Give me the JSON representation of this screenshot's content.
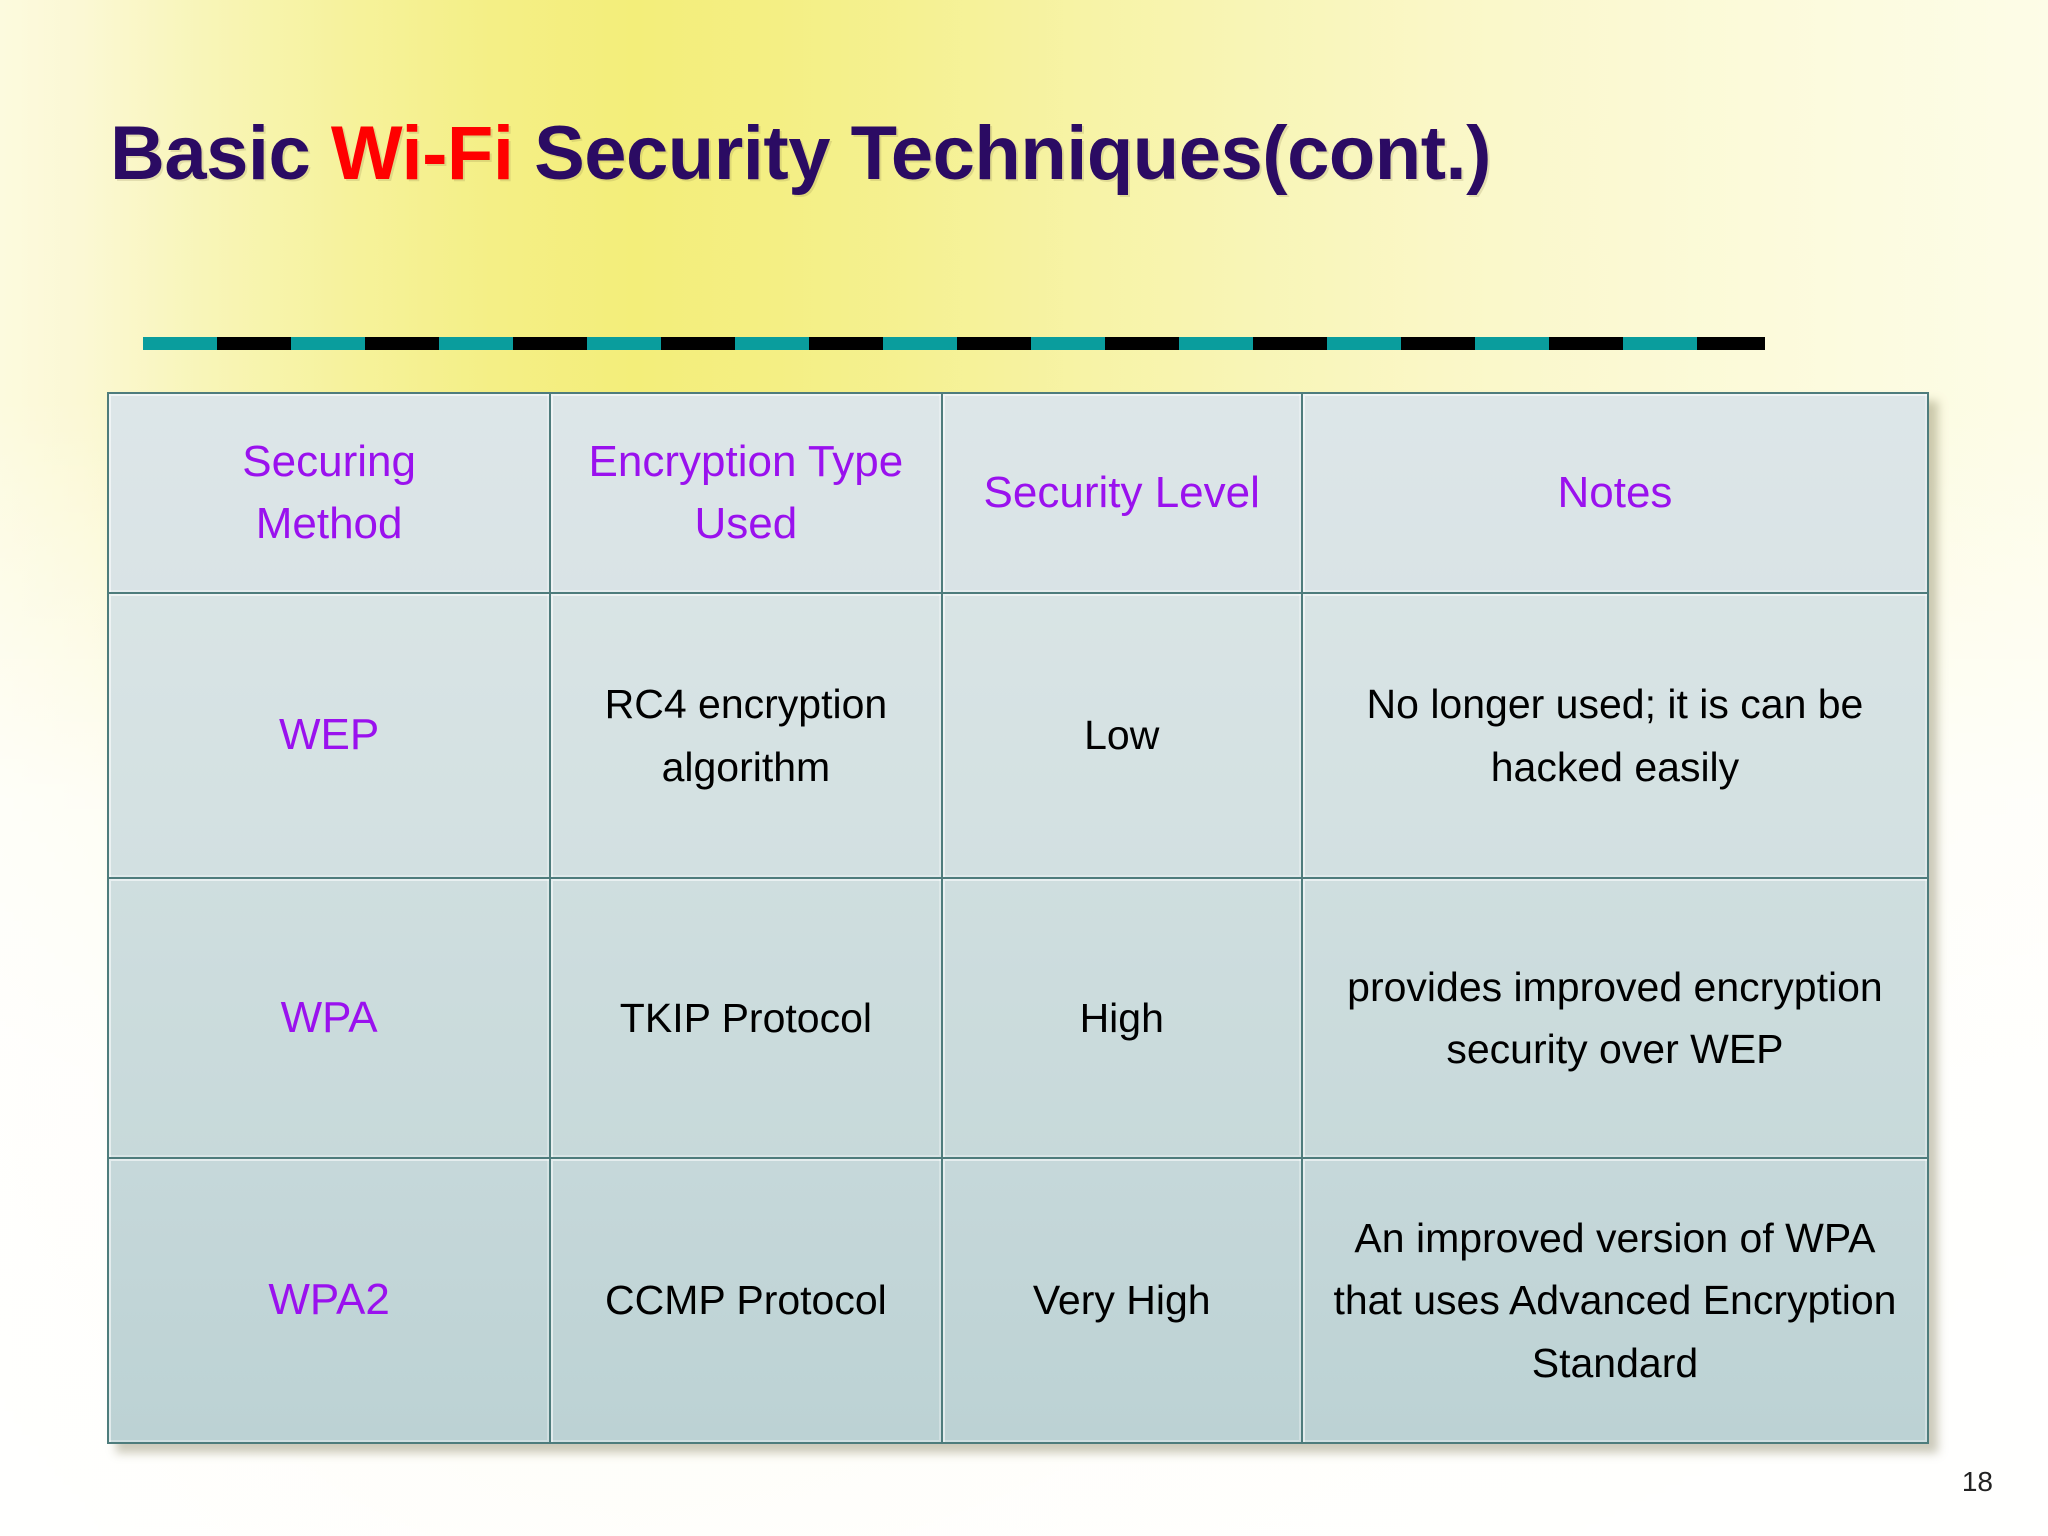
{
  "slide": {
    "title_parts": [
      {
        "text": "Basic ",
        "color": "#2b0b63"
      },
      {
        "text": "Wi-Fi",
        "color": "#ff0000"
      },
      {
        "text": " Security Techniques(cont.)",
        "color": "#2b0b63"
      }
    ],
    "title_plain": "Basic Wi-Fi Security Techniques(cont.)",
    "page_number": "18"
  },
  "colors": {
    "title_dark": "#2b0b63",
    "title_accent_red": "#ff0000",
    "header_text_purple": "#9a11ee",
    "cell_text": "#000000",
    "cell_border": "#4e7c7c",
    "divider_teal": "#0a9d9d",
    "divider_black": "#000000",
    "background_yellow": "#f3ee7a"
  },
  "table": {
    "headers": [
      {
        "line1": "Securing",
        "line2": "Method"
      },
      {
        "line1": "Encryption Type",
        "line2": "Used"
      },
      {
        "line1": "Security Level",
        "line2": ""
      },
      {
        "line1": "Notes",
        "line2": ""
      }
    ],
    "rows": [
      {
        "method": "WEP",
        "encryption": "RC4 encryption algorithm",
        "level": "Low",
        "notes": "No longer used; it is can be hacked easily"
      },
      {
        "method": "WPA",
        "encryption": "TKIP Protocol",
        "level": "High",
        "notes": "provides improved encryption security over WEP"
      },
      {
        "method": "WPA2",
        "encryption": "CCMP Protocol",
        "level": "Very High",
        "notes": "An improved version of WPA that uses Advanced Encryption Standard"
      }
    ]
  }
}
